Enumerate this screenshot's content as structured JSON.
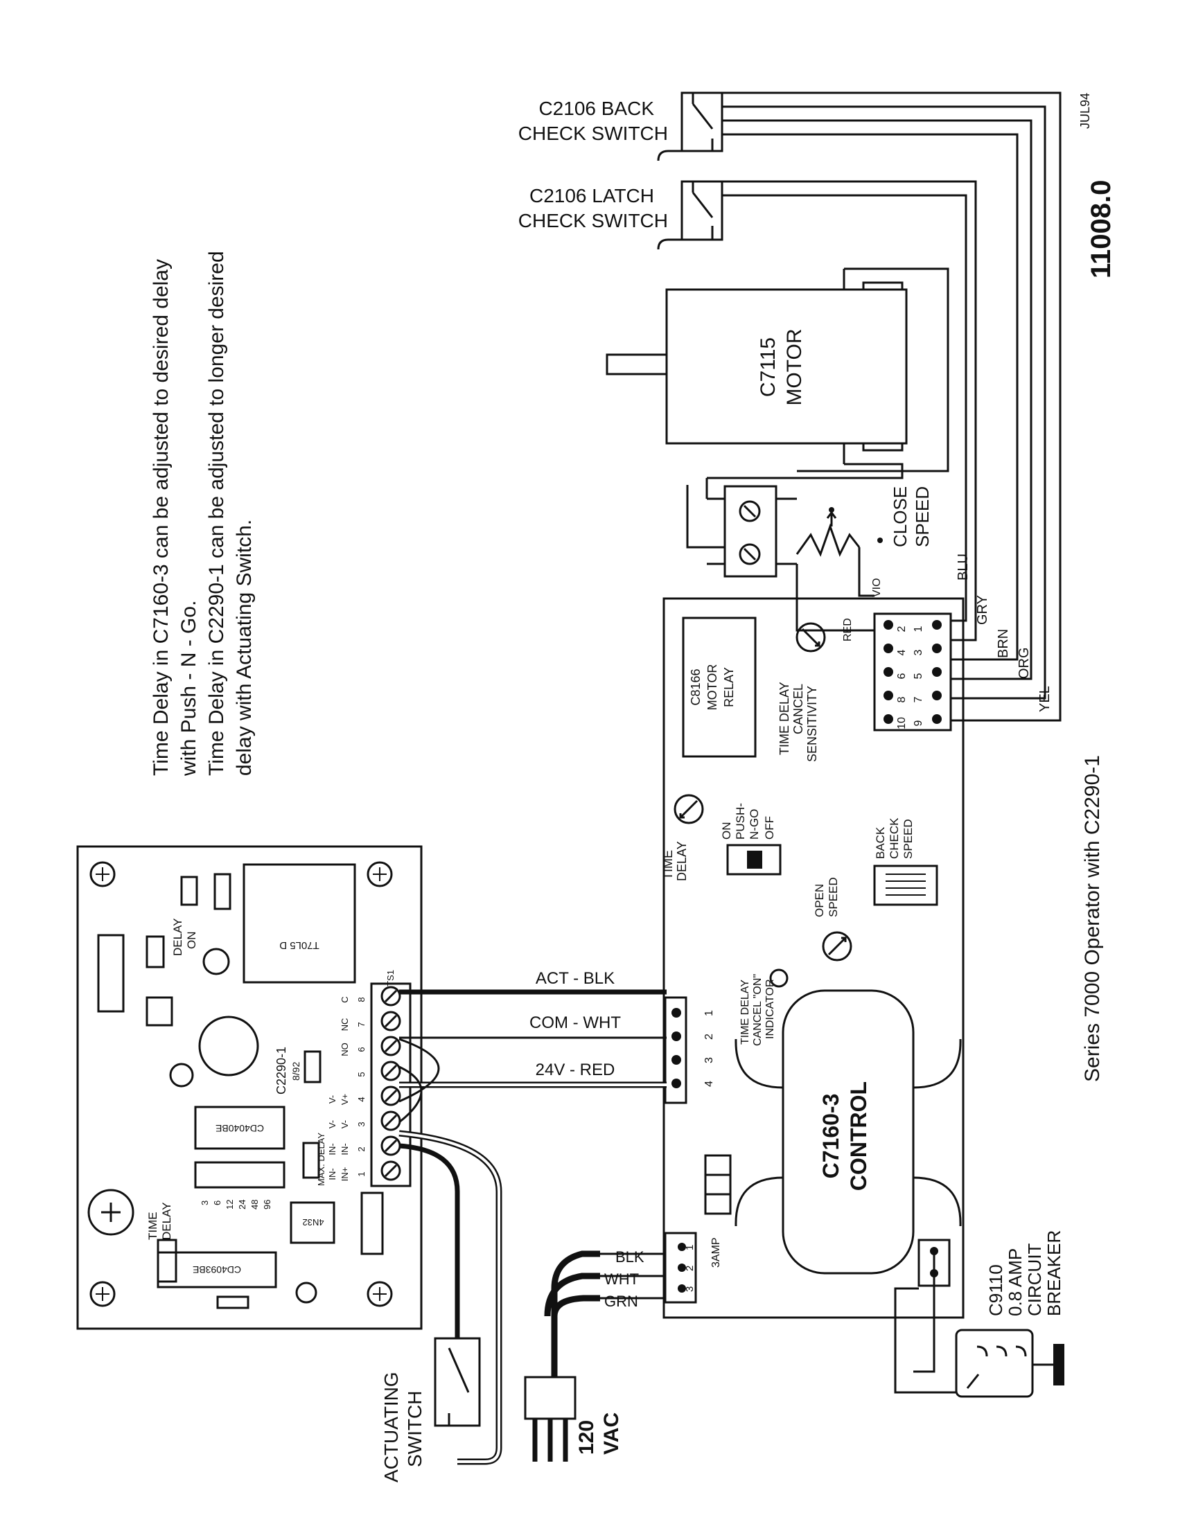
{
  "page": {
    "title": "Series 7000 Operator with C2290-1",
    "drawing_number": "11008.0",
    "date": "JUL94",
    "notes": [
      "Time Delay in C7160-3 can be adjusted to desired delay",
      "with Push - N - Go.",
      "Time Delay in C2290-1 can be adjusted to longer desired",
      "delay with Actuating Switch."
    ]
  },
  "switches": {
    "back_check": [
      "C2106 BACK",
      "CHECK SWITCH"
    ],
    "latch_check": [
      "C2106 LATCH",
      "CHECK SWITCH"
    ]
  },
  "motor": [
    "C7115",
    "MOTOR"
  ],
  "c2290_board": {
    "label": "C2290-1",
    "rev": "8/92",
    "delay_on": [
      "DELAY",
      "ON"
    ],
    "ts1": "TS1",
    "relay_text": "T70L5 D",
    "ic_top": "CD4040BE",
    "ic_bottom": "CD4093BE",
    "opto": "4N32",
    "max_delay": "MAX. DELAY",
    "time_delay": [
      "TIME",
      "DELAY"
    ],
    "dip_labels": [
      "3",
      "6",
      "12",
      "24",
      "48",
      "96"
    ],
    "terminal_numbers": [
      "1",
      "2",
      "3",
      "4",
      "5",
      "6",
      "7",
      "8"
    ],
    "terminal_labels": [
      "IN+",
      "IN-",
      "V-",
      "V+",
      "",
      "NO",
      "NC",
      "C"
    ],
    "terminal_labels_inner": [
      "IN-",
      "IN-",
      "V-",
      "V-",
      "",
      "",
      "",
      ""
    ]
  },
  "control": {
    "name": [
      "C7160-3",
      "CONTROL"
    ],
    "relay": [
      "C8166",
      "MOTOR",
      "RELAY"
    ],
    "time_delay": [
      "TIME",
      "DELAY"
    ],
    "switch_positions": [
      "ON",
      "PUSH-",
      "N-GO",
      "OFF"
    ],
    "open_speed": [
      "OPEN",
      "SPEED"
    ],
    "back_check_speed": [
      "BACK",
      "CHECK",
      "SPEED"
    ],
    "cancel_sensitivity": [
      "TIME DELAY",
      "CANCEL",
      "SENSITIVITY"
    ],
    "cancel_indicator": [
      "TIME DELAY",
      "CANCEL \"ON\"",
      "INDICATOR"
    ],
    "close_speed": [
      "CLOSE",
      "SPEED"
    ],
    "fuse": "3AMP",
    "connector_pins": [
      "4",
      "3",
      "2",
      "1"
    ],
    "power_pins": [
      "3",
      "2",
      "1"
    ],
    "terminal_pins_top": [
      "2",
      "4",
      "6",
      "8",
      "10"
    ],
    "terminal_pins_bottom": [
      "1",
      "3",
      "5",
      "7",
      "9"
    ]
  },
  "wires": {
    "act": "ACT - BLK",
    "com": "COM - WHT",
    "v24": "24V - RED",
    "power": [
      "BLK",
      "WHT",
      "GRN"
    ],
    "motor_leads": [
      "RED",
      "VIO"
    ],
    "colors": [
      "BLU",
      "GRY",
      "BRN",
      "ORG",
      "YEL"
    ]
  },
  "breaker": [
    "C9110",
    "0.8 AMP",
    "CIRCUIT",
    "BREAKER"
  ],
  "power_source": [
    "120",
    "VAC"
  ],
  "actuating_switch": [
    "ACTUATING",
    "SWITCH"
  ]
}
